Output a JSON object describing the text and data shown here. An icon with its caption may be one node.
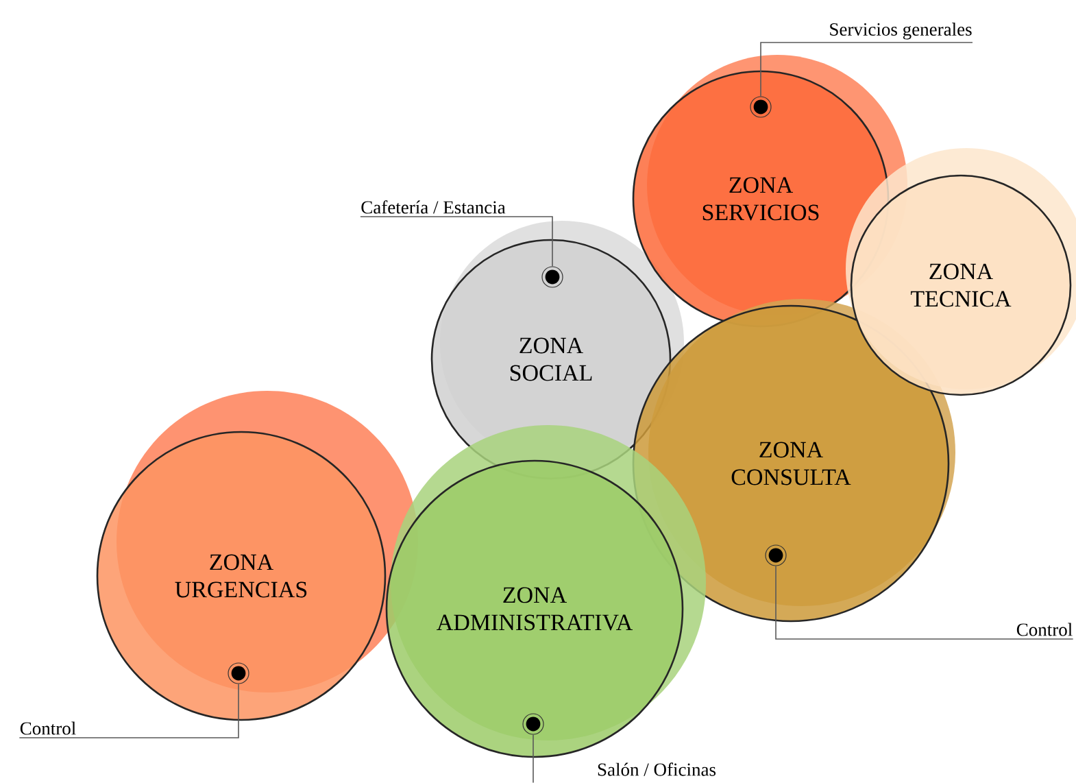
{
  "diagram": {
    "nodes": [
      {
        "text": [
          "ZONA SERVICIOS"
        ]
      },
      {
        "text": [
          "ZONA TECNICA"
        ]
      },
      {
        "text": [
          "ZONA SOCIAL"
        ]
      },
      {
        "text": [
          "ZONA CONSULTA"
        ]
      },
      {
        "text": [
          "ZONA URGENCIAS"
        ]
      },
      {
        "text": [
          "ZONA ADMINISTRATIVA"
        ]
      },
      {
        "text": [
          "Servicios generales"
        ]
      },
      {
        "text": [],
        "shape": "circle",
        "in": 0
      },
      {
        "text": [
          "Cafetería / Estancia"
        ]
      },
      {
        "text": [],
        "shape": "circle",
        "in": 2
      },
      {
        "text": [
          "Control"
        ]
      },
      {
        "text": [],
        "shape": "circle",
        "in": 3
      },
      {
        "text": [
          "Control"
        ]
      },
      {
        "text": [],
        "shape": "circle",
        "in": 4
      },
      {
        "text": [
          "Salón / Oficinas"
        ]
      },
      {
        "text": [],
        "shape": "circle",
        "in": 5
      }
    ],
    "edges": [
      {
        "from": 6,
        "to": 7,
        "arrow": "none"
      },
      {
        "from": 8,
        "to": 9,
        "arrow": "none"
      },
      {
        "from": 10,
        "to": 11,
        "arrow": "none"
      },
      {
        "from": 12,
        "to": 13,
        "arrow": "none"
      },
      {
        "from": 14,
        "to": 15,
        "arrow": "none"
      }
    ]
  }
}
